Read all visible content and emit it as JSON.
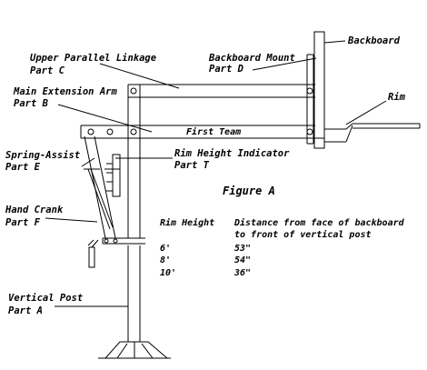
{
  "diagram": {
    "figure_label": "Figure A",
    "parts": {
      "backboard": "Backboard",
      "backboard_mount": [
        "Backboard Mount",
        "Part D"
      ],
      "upper_linkage": [
        "Upper Parallel Linkage",
        "Part C"
      ],
      "rim": "Rim",
      "main_arm": [
        "Main Extension Arm",
        "Part B"
      ],
      "arm_text": "First Team",
      "spring_assist": [
        "Spring-Assist",
        "Part E"
      ],
      "rim_indicator": [
        "Rim Height Indicator",
        "Part T"
      ],
      "hand_crank": [
        "Hand Crank",
        "Part F"
      ],
      "vertical_post": [
        "Vertical Post",
        "Part A"
      ]
    },
    "table": {
      "headers": [
        "Rim Height",
        "Distance from face of backboard",
        "to front of vertical post"
      ],
      "rows": [
        {
          "height": "6'",
          "distance": "53\""
        },
        {
          "height": "8'",
          "distance": "54\""
        },
        {
          "height": "10'",
          "distance": "36\""
        }
      ]
    }
  },
  "colors": {
    "line": "#000000",
    "background": "#ffffff"
  }
}
